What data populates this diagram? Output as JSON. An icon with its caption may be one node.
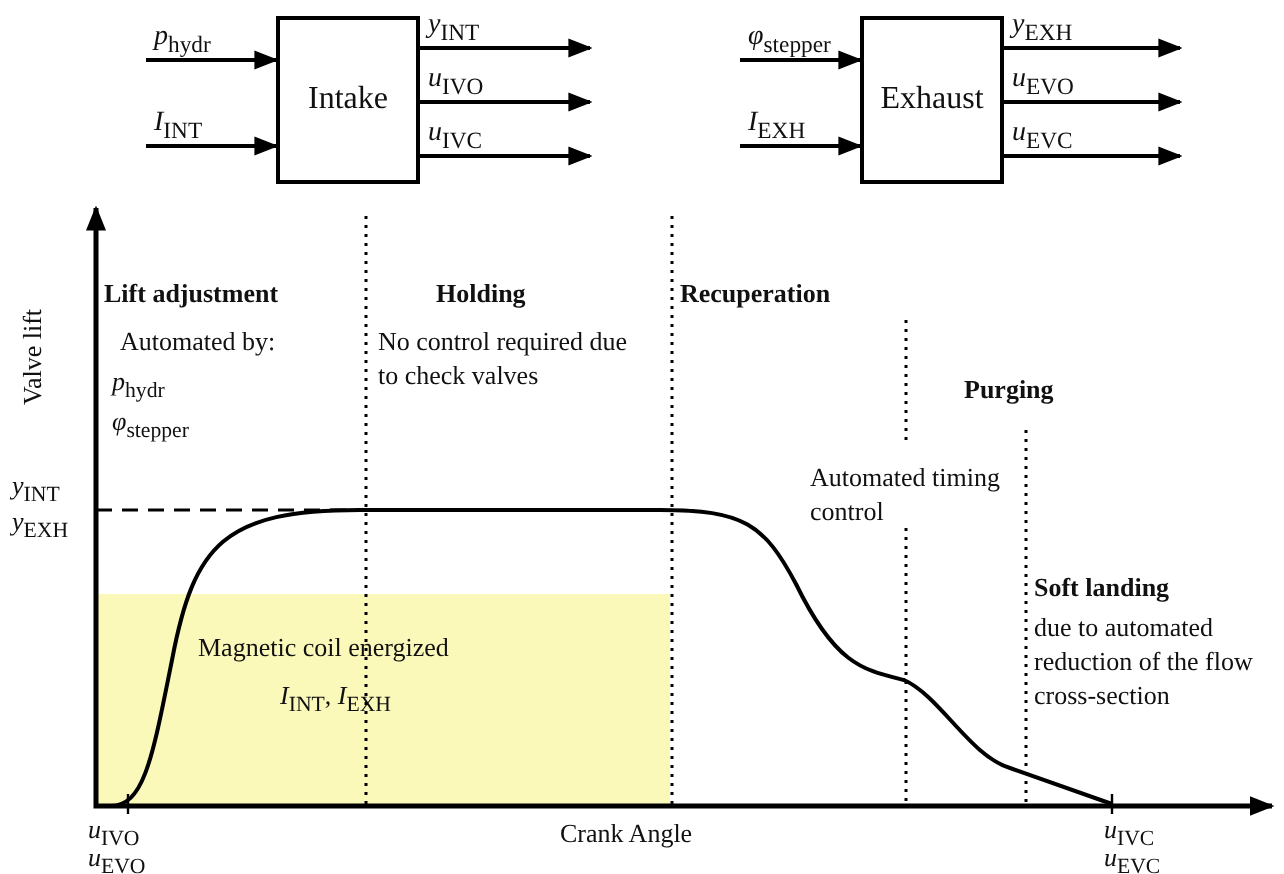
{
  "diagram": {
    "nodes": [
      {
        "text": [
          "Intake"
        ]
      },
      {
        "text": [
          "Exhaust"
        ]
      },
      {
        "text": [
          "Magnetic coil energized",
          "*I*$_{INT}$, *I*$_{EXH}$"
        ]
      }
    ],
    "edges": [
      {
        "from": null,
        "to": 0,
        "arrow": "to",
        "label": "*p*$_{hydr}$"
      },
      {
        "from": null,
        "to": 0,
        "arrow": "to",
        "label": "*I*$_{INT}$"
      },
      {
        "from": 0,
        "to": null,
        "arrow": "to",
        "label": "*y*$_{INT}$"
      },
      {
        "from": 0,
        "to": null,
        "arrow": "to",
        "label": "*u*$_{IVO}$"
      },
      {
        "from": 0,
        "to": null,
        "arrow": "to",
        "label": "*u*$_{IVC}$"
      },
      {
        "from": null,
        "to": 1,
        "arrow": "to",
        "label": "*φ*$_{stepper}$"
      },
      {
        "from": null,
        "to": 1,
        "arrow": "to",
        "label": "*I*$_{EXH}$"
      },
      {
        "from": 1,
        "to": null,
        "arrow": "to",
        "label": "*y*$_{EXH}$"
      },
      {
        "from": 1,
        "to": null,
        "arrow": "to",
        "label": "*u*$_{EVO}$"
      },
      {
        "from": 1,
        "to": null,
        "arrow": "to",
        "label": "*u*$_{EVC}$"
      }
    ],
    "labels": [
      "Lift adjustment",
      "Automated by:",
      "*p*$_{hydr}$",
      "*φ*$_{stepper}$",
      "Holding",
      "No control required due to check valves",
      "Recuperation",
      "Automated timing control",
      "Purging",
      "Soft landing",
      "due to automated reduction of the flow cross-section",
      "Valve lift",
      "Crank Angle",
      "*y*$_{INT}$",
      "*y*$_{EXH}$",
      "*u*$_{IVO}$",
      "*u*$_{EVO}$",
      "*u*$_{IVC}$",
      "*u*$_{EVC}$"
    ]
  }
}
